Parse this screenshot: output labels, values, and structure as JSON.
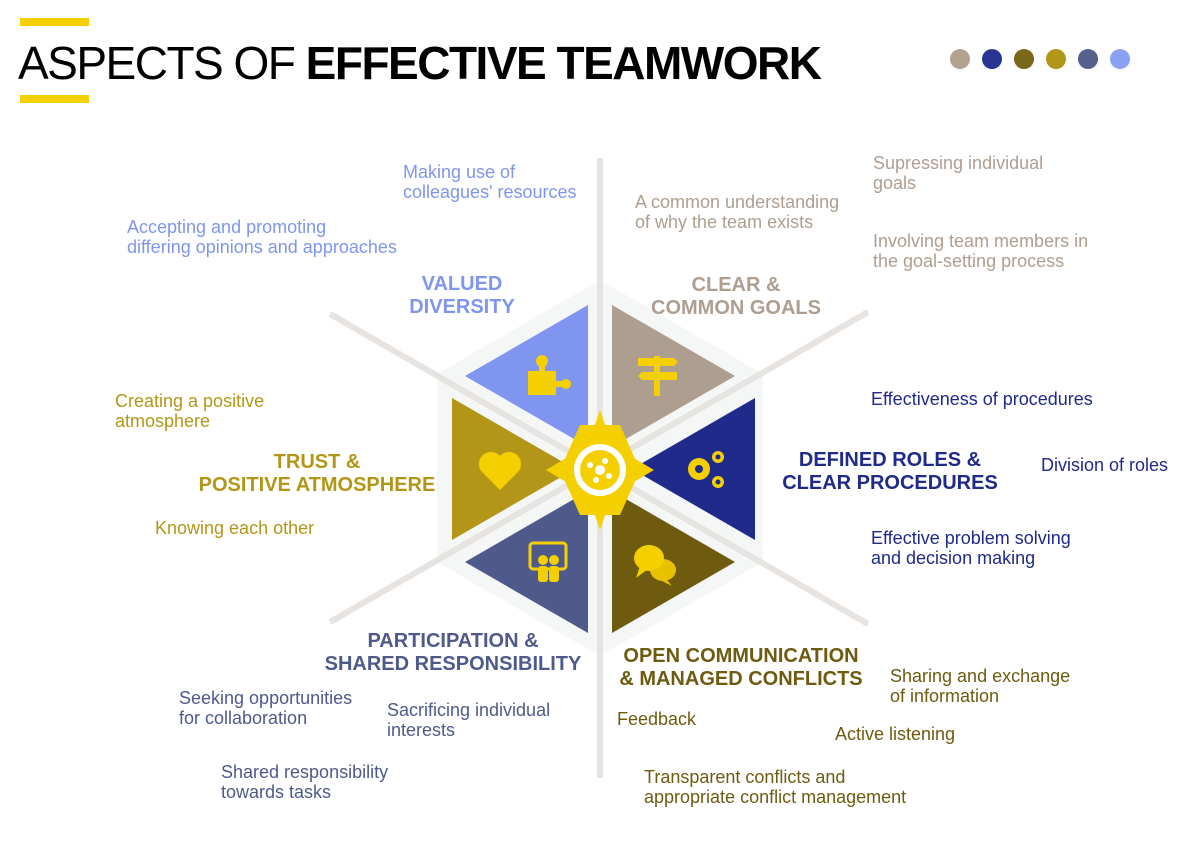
{
  "title": {
    "light": "ASPECTS OF ",
    "bold": "EFFECTIVE TEAMWORK"
  },
  "palette": [
    "#b3a190",
    "#283593",
    "#7a6717",
    "#b39617",
    "#56608f",
    "#8aa0f2"
  ],
  "accent": "#f5d000",
  "center_icon": "compass-emblem-icon",
  "aspects": {
    "diversity": {
      "title": "VALUED\nDIVERSITY",
      "color": "#7f95ef",
      "icon": "puzzle-icon",
      "points": [
        "Making use of\ncolleagues' resources",
        "Accepting and promoting\ndiffering opinions and approaches"
      ]
    },
    "goals": {
      "title": "CLEAR &\nCOMMON GOALS",
      "color": "#ae9e8f",
      "icon": "signpost-icon",
      "points": [
        "A common understanding\nof why the team exists",
        "Supressing individual\ngoals",
        "Involving team members in\nthe goal-setting process"
      ]
    },
    "roles": {
      "title": "DEFINED ROLES &\nCLEAR PROCEDURES",
      "color": "#1f2a8a",
      "icon": "gears-icon",
      "points": [
        "Effectiveness of procedures",
        "Division of roles",
        "Effective problem solving\nand decision making"
      ]
    },
    "trust": {
      "title": "TRUST &\nPOSITIVE ATMOSPHERE",
      "color": "#b39617",
      "icon": "heart-icon",
      "points": [
        "Creating a positive\natmosphere",
        "Knowing each other"
      ]
    },
    "participation": {
      "title": "PARTICIPATION &\nSHARED RESPONSIBILITY",
      "color": "#4e5a8c",
      "icon": "presentation-people-icon",
      "points": [
        "Seeking opportunities\nfor collaboration",
        "Sacrificing individual\ninterests",
        "Shared responsibility\ntowards tasks"
      ]
    },
    "communication": {
      "title": "OPEN COMMUNICATION\n& MANAGED CONFLICTS",
      "color": "#6e5b10",
      "icon": "chat-bubbles-icon",
      "points": [
        "Sharing and exchange\nof information",
        "Feedback",
        "Active listening",
        "Transparent conflicts and\nappropriate conflict management"
      ]
    }
  }
}
